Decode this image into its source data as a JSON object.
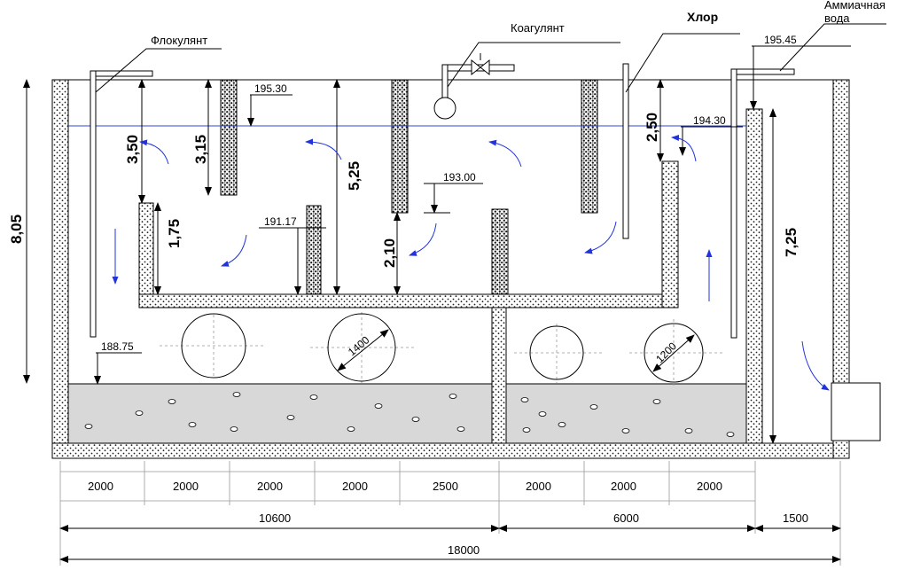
{
  "labels": {
    "flocculant": "Флокулянт",
    "coagulant": "Коагулянт",
    "chlorine": "Хлор",
    "ammonia_line1": "Аммиачная",
    "ammonia_line2": "вода"
  },
  "elevations": {
    "e195_45": "195.45",
    "e195_30": "195.30",
    "e194_30": "194.30",
    "e193_00": "193.00",
    "e191_17": "191.17",
    "e188_75": "188.75"
  },
  "vertical_dims": {
    "total_height": "8,05",
    "d3_50": "3,50",
    "d3_15": "3,15",
    "d1_75": "1,75",
    "d5_25": "5,25",
    "d2_10": "2,10",
    "d2_50": "2,50",
    "d7_25": "7,25"
  },
  "diameters": {
    "d1400": "1400",
    "d1200": "1200"
  },
  "horizontal_dims": {
    "segments": [
      "2000",
      "2000",
      "2000",
      "2000",
      "2500",
      "2000",
      "2000",
      "2000"
    ],
    "sub_10600": "10600",
    "sub_6000": "6000",
    "sub_1500": "1500",
    "total": "18000"
  },
  "colors": {
    "water_line": "#3344dd",
    "flow_arrow": "#2233dd",
    "sludge": "#d8d8d8",
    "wall_hatch": "#222222"
  }
}
